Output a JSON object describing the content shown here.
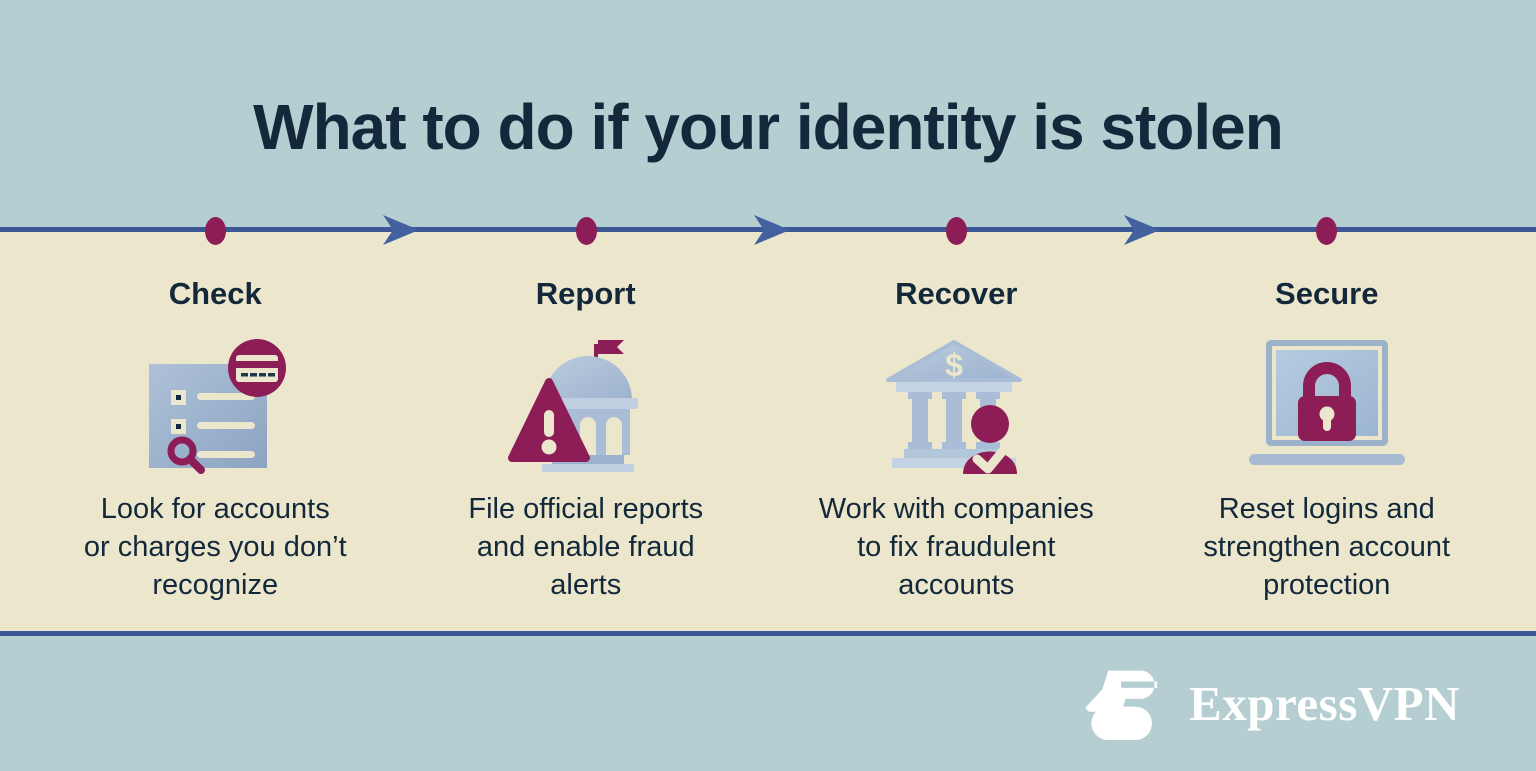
{
  "title": "What to do if your identity is stolen",
  "steps": [
    {
      "label": "Check",
      "icon": "document-search-icon",
      "description": "Look for accounts\nor charges you don’t\nrecognize"
    },
    {
      "label": "Report",
      "icon": "government-building-warning-icon",
      "description": "File official reports\nand enable fraud\nalerts"
    },
    {
      "label": "Recover",
      "icon": "bank-person-check-icon",
      "description": "Work with companies\nto fix fraudulent\naccounts"
    },
    {
      "label": "Secure",
      "icon": "laptop-padlock-icon",
      "description": "Reset logins and\nstrengthen account\nprotection"
    }
  ],
  "brand": {
    "name": "ExpressVPN",
    "logo": "expressvpn-burger-icon"
  },
  "colors": {
    "background_blue": "#b4ced2",
    "background_cream": "#ece6cc",
    "text_navy": "#13293b",
    "timeline_blue": "#3b5794",
    "arrow_blue": "#44619f",
    "accent_maroon": "#8d1d56",
    "icon_steel_blue": "#a9bed6",
    "logo_white": "#ffffff"
  }
}
